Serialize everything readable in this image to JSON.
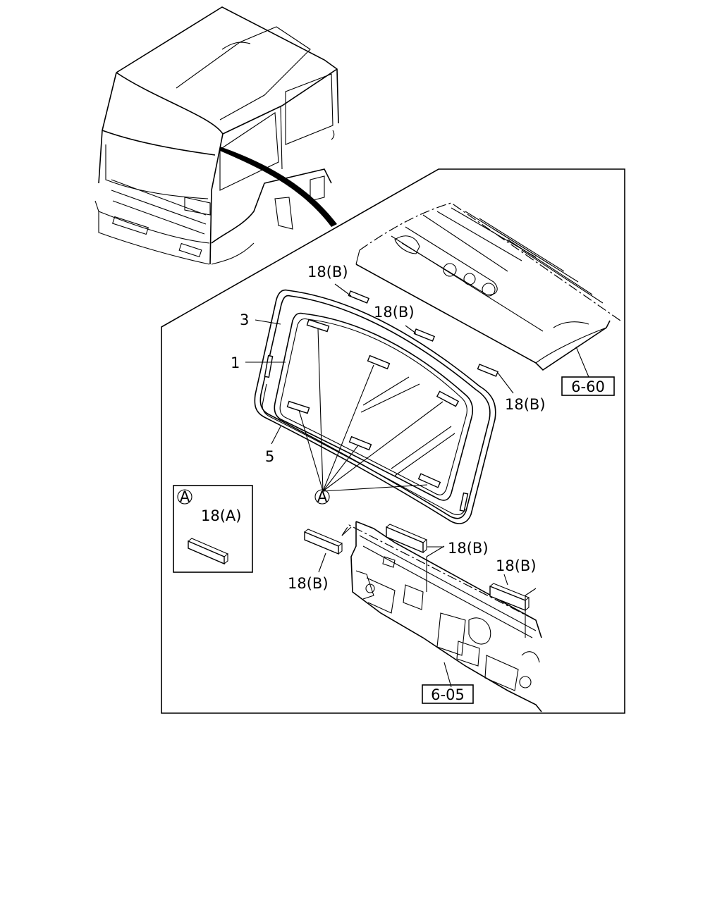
{
  "callouts": {
    "item_1": "1",
    "item_3": "3",
    "item_5": "5",
    "b_top_left": "18(B)",
    "b_top_mid": "18(B)",
    "b_right": "18(B)",
    "b_cowl_left": "18(B)",
    "b_cowl_mid": "18(B)",
    "b_cowl_right": "18(B)",
    "a_marker": "A"
  },
  "refs": {
    "roof_panel": "6-60",
    "cowl_panel": "6-05"
  },
  "detail_box": {
    "marker": "A",
    "label": "18(A)"
  }
}
